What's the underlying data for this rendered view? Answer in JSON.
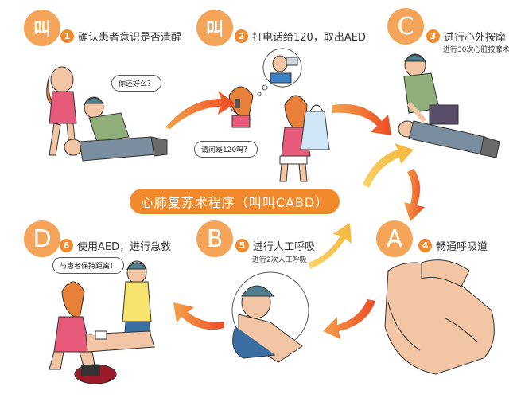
{
  "title": "心肺复苏术程序（叫叫CABD）",
  "badges": {
    "step1": "叫",
    "step2": "叫",
    "step3": "C",
    "step4": "A",
    "step5": "B",
    "step6": "D"
  },
  "steps": [
    {
      "num": "1",
      "label": "确认患者意识是否清醒"
    },
    {
      "num": "2",
      "label": "打电话给120，取出AED"
    },
    {
      "num": "3",
      "label": "进行心外按摩",
      "sub": "进行30次心脏按摩术"
    },
    {
      "num": "4",
      "label": "畅通呼吸道"
    },
    {
      "num": "5",
      "label": "进行人工呼吸",
      "sub": "进行2次人工呼吸"
    },
    {
      "num": "6",
      "label": "使用AED，进行急救"
    }
  ],
  "bubbles": {
    "ask": "你还好么？",
    "call": "请问是120吗？",
    "distance": "与患者保持距离！"
  },
  "colors": {
    "badge": "#f5a55a",
    "accent": "#f08a2c",
    "arrow_top": "#f05a28",
    "arrow_yellow": "#f7c545"
  }
}
